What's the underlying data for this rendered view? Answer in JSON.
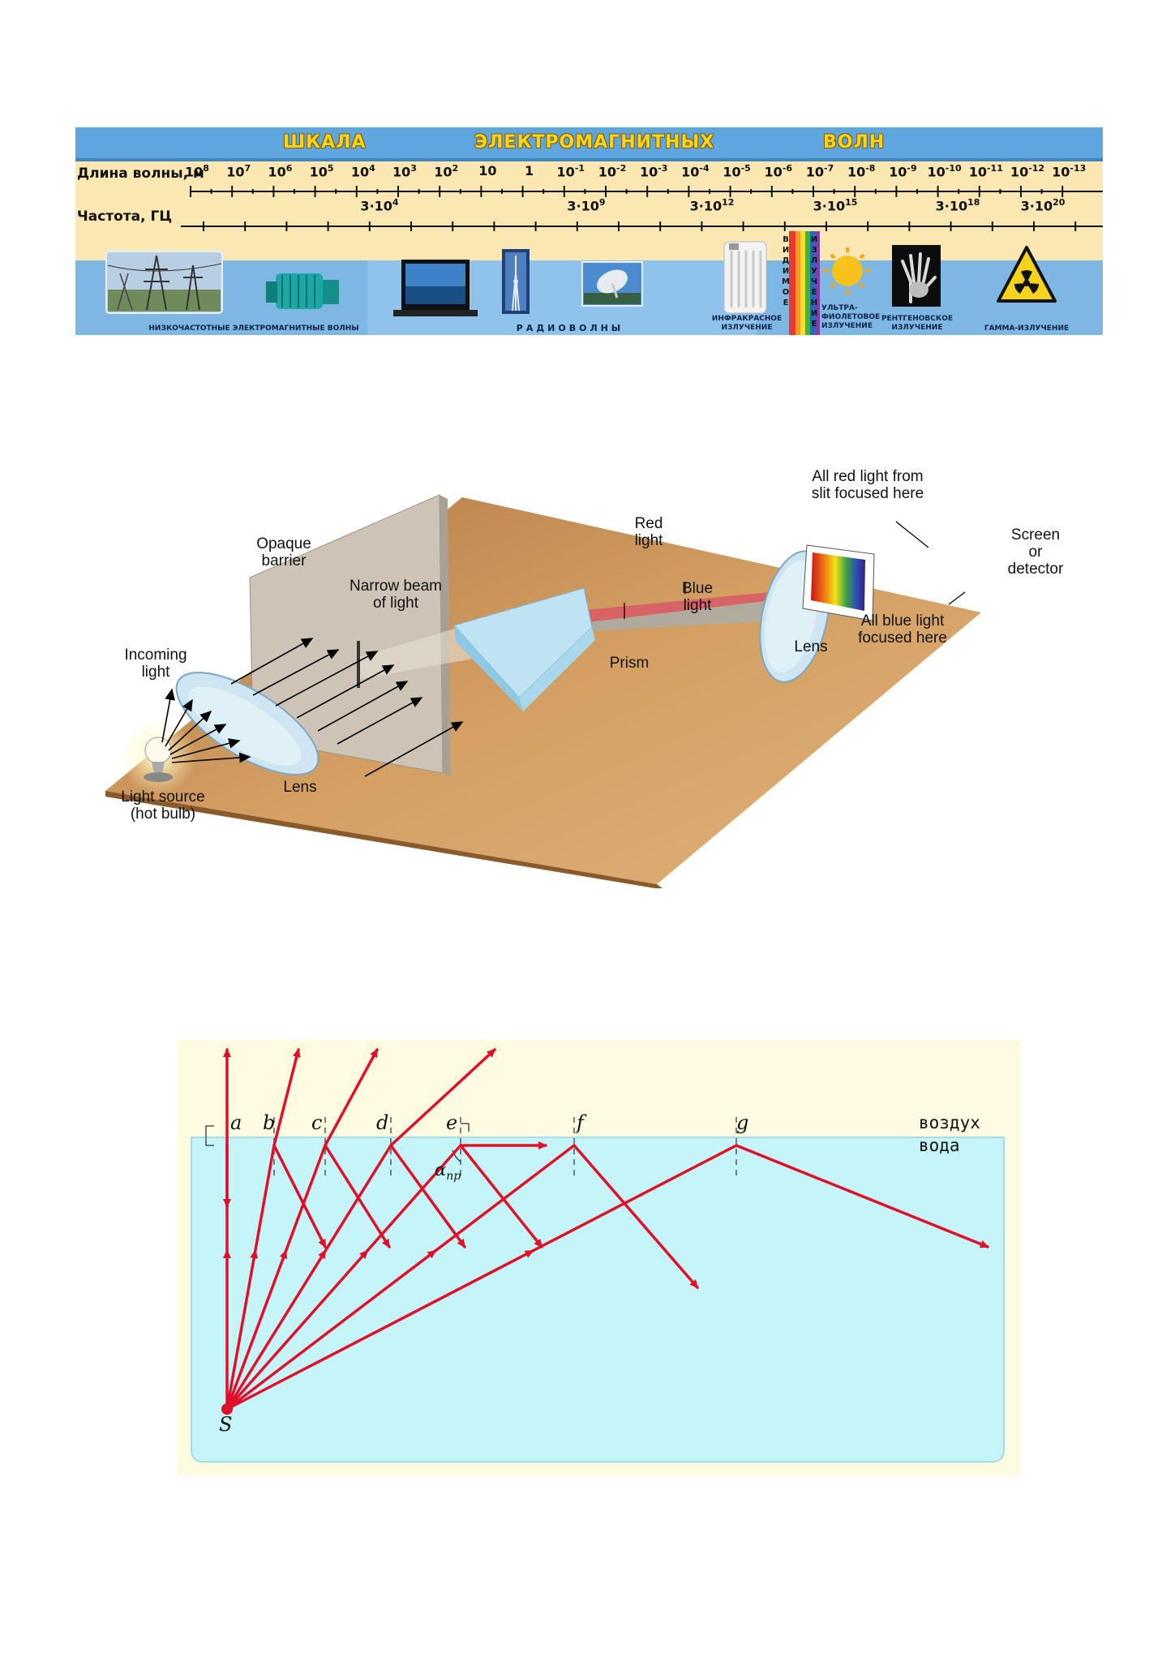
{
  "em_scale": {
    "title_words": [
      "ШКАЛА",
      "ЭЛЕКТРОМАГНИТНЫХ",
      "ВОЛН"
    ],
    "wavelength_label": "Длина волны, м",
    "frequency_label": "Частота, ГЦ",
    "wavelength_ticks": [
      {
        "base": "10",
        "exp": "8"
      },
      {
        "base": "10",
        "exp": "7"
      },
      {
        "base": "10",
        "exp": "6"
      },
      {
        "base": "10",
        "exp": "5"
      },
      {
        "base": "10",
        "exp": "4"
      },
      {
        "base": "10",
        "exp": "3"
      },
      {
        "base": "10",
        "exp": "2"
      },
      {
        "base": "10",
        "exp": ""
      },
      {
        "base": "1",
        "exp": ""
      },
      {
        "base": "10",
        "exp": "-1"
      },
      {
        "base": "10",
        "exp": "-2"
      },
      {
        "base": "10",
        "exp": "-3"
      },
      {
        "base": "10",
        "exp": "-4"
      },
      {
        "base": "10",
        "exp": "-5"
      },
      {
        "base": "10",
        "exp": "-6"
      },
      {
        "base": "10",
        "exp": "-7"
      },
      {
        "base": "10",
        "exp": "-8"
      },
      {
        "base": "10",
        "exp": "-9"
      },
      {
        "base": "10",
        "exp": "-10"
      },
      {
        "base": "10",
        "exp": "-11"
      },
      {
        "base": "10",
        "exp": "-12"
      },
      {
        "base": "10",
        "exp": "-13"
      }
    ],
    "frequency_ticks": [
      {
        "base": "3·10",
        "exp": "4"
      },
      {
        "base": "3·10",
        "exp": "9"
      },
      {
        "base": "3·10",
        "exp": "12"
      },
      {
        "base": "3·10",
        "exp": "15"
      },
      {
        "base": "3·10",
        "exp": "18"
      },
      {
        "base": "3·10",
        "exp": "20"
      }
    ],
    "categories": {
      "low_freq": "НИЗКОЧАСТОТНЫЕ ЭЛЕКТРОМАГНИТНЫЕ ВОЛНЫ",
      "radio": "РАДИОВОЛНЫ",
      "infrared": [
        "ИНФРАКРАСНОЕ",
        "ИЗЛУЧЕНИЕ"
      ],
      "visible_vertical": "ВИДИМОЕ",
      "visible_vertical2": "ИЗЛУЧЕНИЕ",
      "ultraviolet": [
        "УЛЬТРА-",
        "ФИОЛЕТОВОЕ",
        "ИЗЛУЧЕНИЕ"
      ],
      "xray": [
        "РЕНТГЕНОВСКОЕ",
        "ИЗЛУЧЕНИЕ"
      ],
      "gamma": "ГАММА-ИЗЛУЧЕНИЕ"
    },
    "colors": {
      "header_blue": "#5da7de",
      "scale_bg": "#fbe7b2",
      "bottom_blue": "#7fb7e4",
      "title_yellow": "#f6d51f"
    }
  },
  "prism_figure": {
    "labels": {
      "opaque_barrier": [
        "Opaque",
        "barrier"
      ],
      "narrow_beam": [
        "Narrow beam",
        "of light"
      ],
      "red_light": [
        "Red",
        "light"
      ],
      "blue_light": [
        "Blue",
        "light"
      ],
      "red_focus": [
        "All red light from",
        "slit focused here"
      ],
      "screen": [
        "Screen",
        "or",
        "detector"
      ],
      "blue_focus": [
        "All blue light",
        "focused here"
      ],
      "lens_right": "Lens",
      "incoming": [
        "Incoming",
        "light"
      ],
      "prism": "Prism",
      "source": [
        "Light source",
        "(hot bulb)"
      ],
      "lens_left": "Lens"
    },
    "colors": {
      "board": "#c9955a",
      "ray": "#000000",
      "red_beam": "#d9506a"
    }
  },
  "refraction": {
    "points": [
      "a",
      "b",
      "c",
      "d",
      "e",
      "f",
      "g"
    ],
    "source": "S",
    "air_label": "воздух",
    "water_label": "вода",
    "angle_label": "α",
    "angle_sub": "пр",
    "colors": {
      "air": "#fffbe0",
      "water": "#c5f5f9",
      "ray": "#e0102a"
    }
  }
}
